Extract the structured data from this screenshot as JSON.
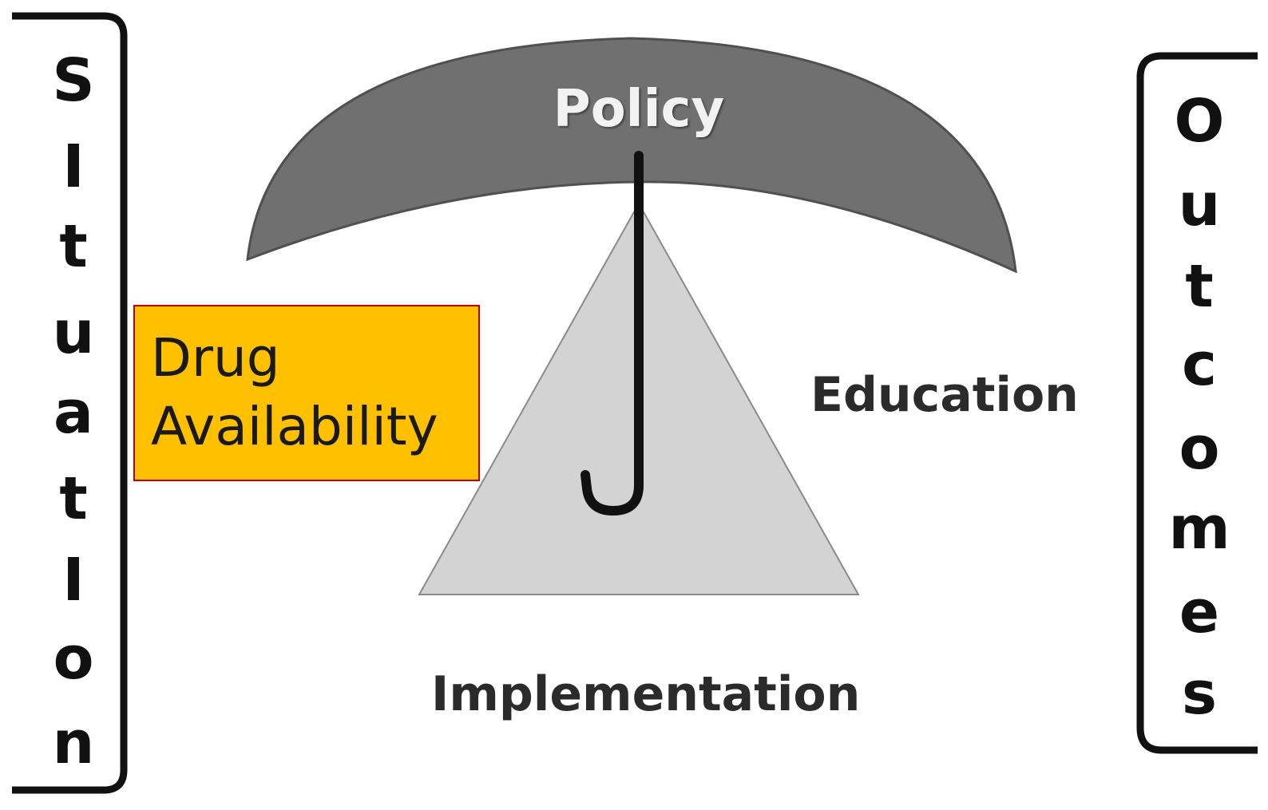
{
  "policy": "Policy",
  "education": "Education",
  "implementation": "Implementation",
  "drug_box": {
    "line1": "Drug",
    "line2": "Availability",
    "fill_color": "#ffc000",
    "border_color": "#c00000"
  },
  "situation_letters": [
    "S",
    "I",
    "t",
    "u",
    "a",
    "t",
    "I",
    "o",
    "n"
  ],
  "outcomes_letters": [
    "O",
    "u",
    "t",
    "c",
    "o",
    "m",
    "e",
    "s"
  ],
  "colors": {
    "umbrella_canopy": "#707070",
    "triangle": "#d3d3d3",
    "bracket": "#111111"
  }
}
